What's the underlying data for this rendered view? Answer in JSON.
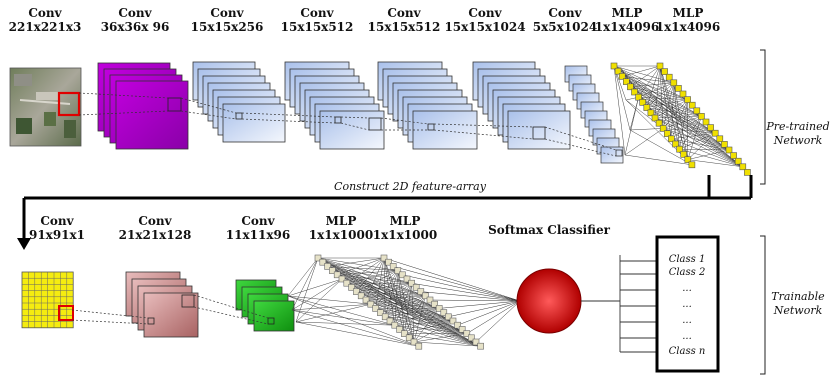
{
  "top_layers": [
    {
      "type": "Conv",
      "dims": "221x221x3"
    },
    {
      "type": "Conv",
      "dims": "36x36x 96"
    },
    {
      "type": "Conv",
      "dims": "15x15x256"
    },
    {
      "type": "Conv",
      "dims": "15x15x512"
    },
    {
      "type": "Conv",
      "dims": "15x15x512"
    },
    {
      "type": "Conv",
      "dims": "15x15x1024"
    },
    {
      "type": "Conv",
      "dims": "5x5x1024"
    },
    {
      "type": "MLP",
      "dims": "1x1x4096"
    },
    {
      "type": "MLP",
      "dims": "1x1x4096"
    }
  ],
  "bottom_layers": [
    {
      "type": "Conv",
      "dims": "91x91x1"
    },
    {
      "type": "Conv",
      "dims": "21x21x128"
    },
    {
      "type": "Conv",
      "dims": "11x11x96"
    },
    {
      "type": "MLP",
      "dims": "1x1x1000"
    },
    {
      "type": "MLP",
      "dims": "1x1x1000"
    }
  ],
  "softmax_label": "Softmax Classifier",
  "connector_caption": "Construct 2D feature-array",
  "pretrained_label": {
    "line1": "Pre-trained",
    "line2": "Network"
  },
  "trainable_label": {
    "line1": "Trainable",
    "line2": "Network"
  },
  "classes": [
    "Class 1",
    "Class 2",
    "...",
    "...",
    "...",
    "...",
    "Class n"
  ],
  "colors": {
    "conv_purple": "#b400cc",
    "conv_blue": "#c8d8f2",
    "mlp_yellow": "#f0e000",
    "input_yellow": "#f5ec10",
    "conv_rose": "#c98e8e",
    "conv_green": "#1fb81f",
    "mlp_beige": "#e6e2c8",
    "softmax_red": "#d00000",
    "highlight_red": "#e00000"
  }
}
